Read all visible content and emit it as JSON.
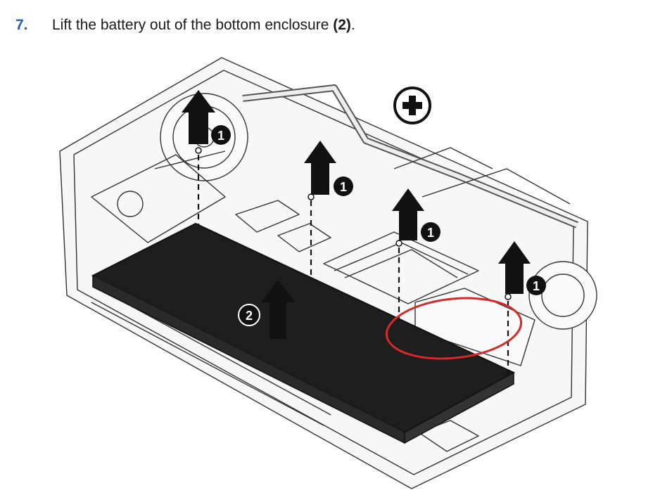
{
  "step": {
    "number": "7.",
    "text": "Lift the battery out of the bottom enclosure ",
    "callout": "(2)",
    "end": "."
  },
  "illustration": {
    "callout_screws": "1",
    "callout_battery": "2",
    "colors": {
      "step_number": "#1f5fb4",
      "battery": "#1e1e1e",
      "highlight": "#d42a2a",
      "line": "#333333"
    }
  }
}
